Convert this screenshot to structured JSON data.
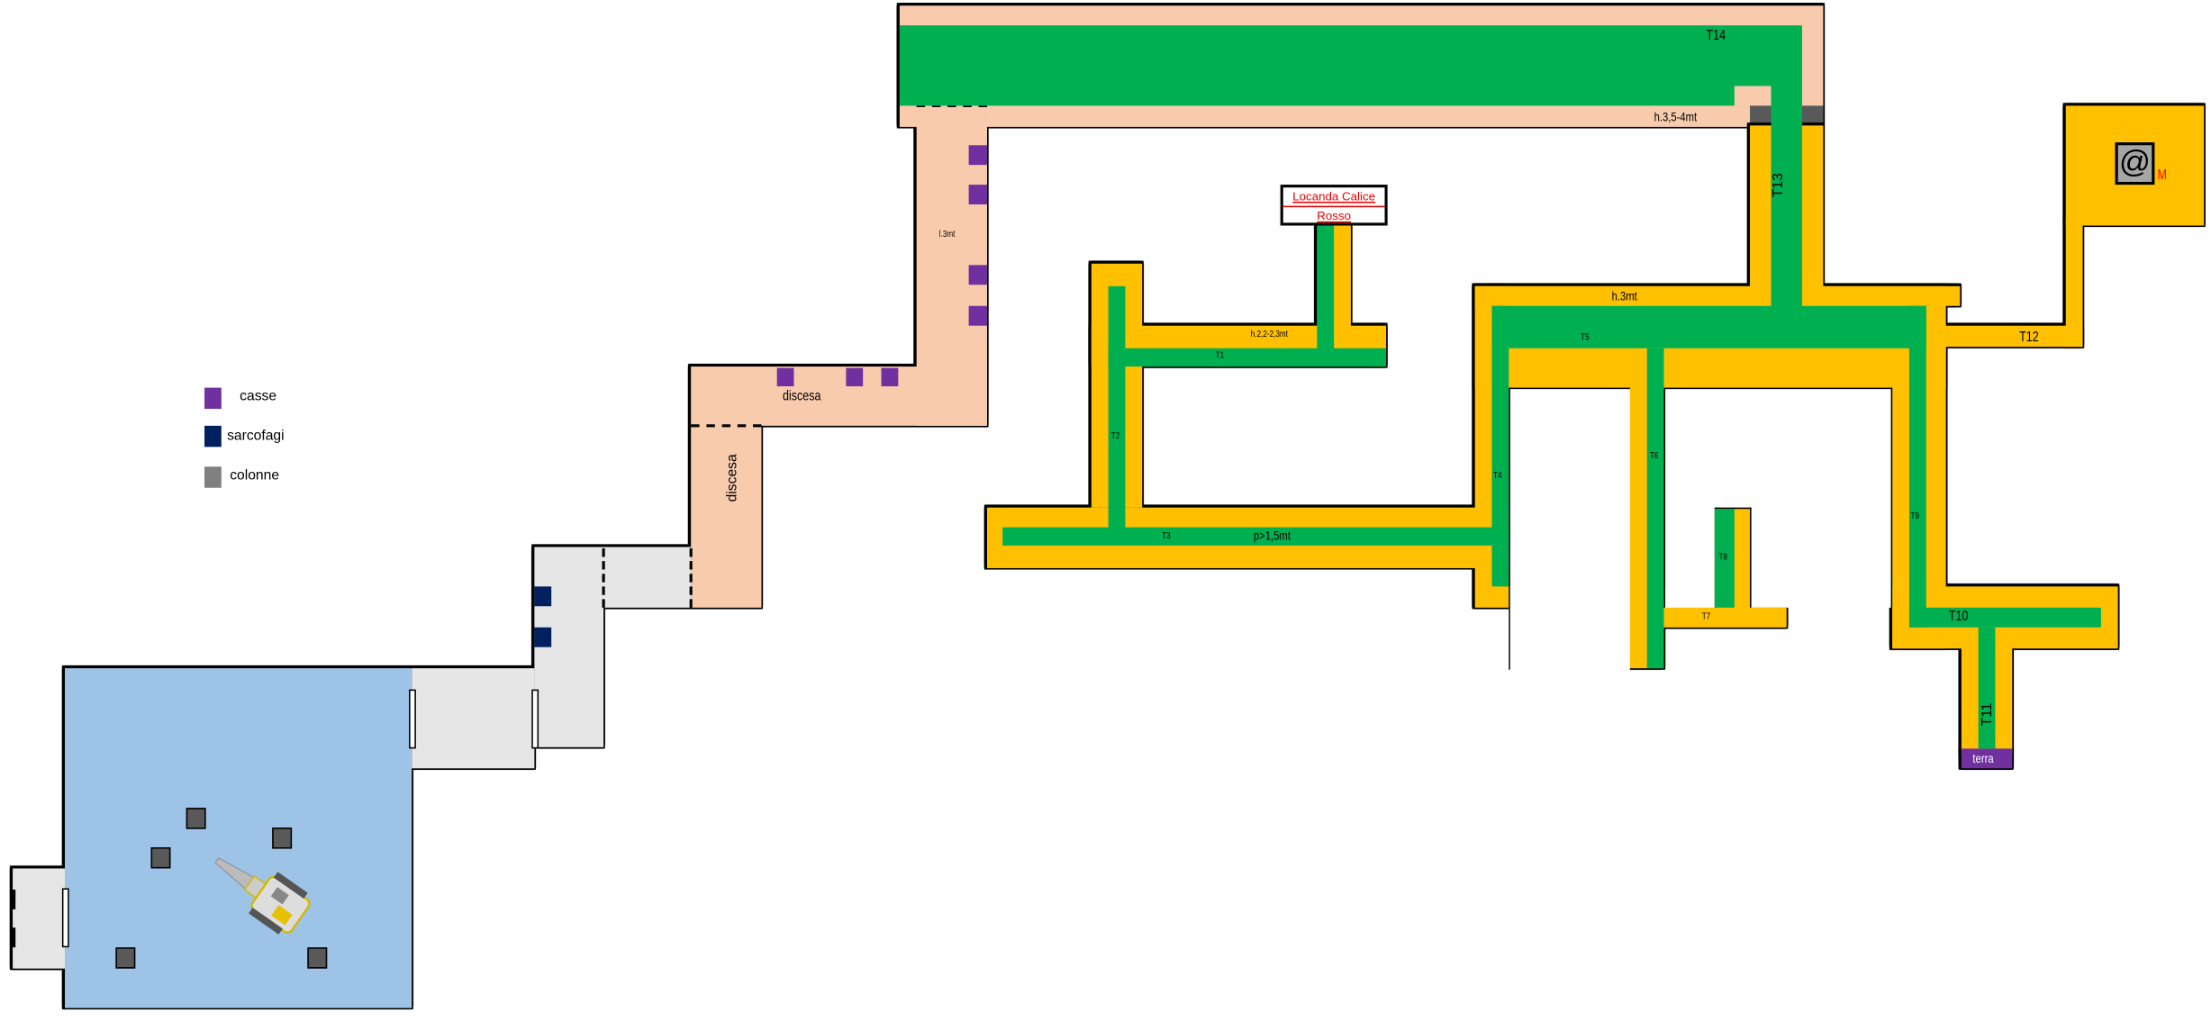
{
  "legend": [
    {
      "label": "casse",
      "color": "#7030a0"
    },
    {
      "label": "sarcofagi",
      "color": "#002060"
    },
    {
      "label": "colonne",
      "color": "#808080"
    }
  ],
  "labels": {
    "t1": "T1",
    "t2": "T2",
    "t3": "T3",
    "t4": "T4",
    "t5": "T5",
    "t6": "T6",
    "t7": "T7",
    "t8": "T8",
    "t9": "T9",
    "t10": "T10",
    "t11": "T11",
    "t12": "T12",
    "t13": "T13",
    "t14": "T14",
    "h_top": "h.3,5-4mt",
    "h_t5": "h.3mt",
    "h_t1": "h.2,2-2,3mt",
    "depth_t3": "p>1,5mt",
    "corridor_width": "l.3mt",
    "descent_h": "discesa",
    "descent_v": "discesa",
    "terra": "terra",
    "m_marker": "M",
    "at_symbol": "@"
  },
  "locanda": {
    "line1": "Locanda Calice",
    "line2": "Rosso"
  },
  "colors": {
    "tunnel": "#ffc000",
    "path": "#00b050",
    "stone": "#f8cbad",
    "room": "#9dc3e6",
    "floor": "#e6e6e6"
  }
}
